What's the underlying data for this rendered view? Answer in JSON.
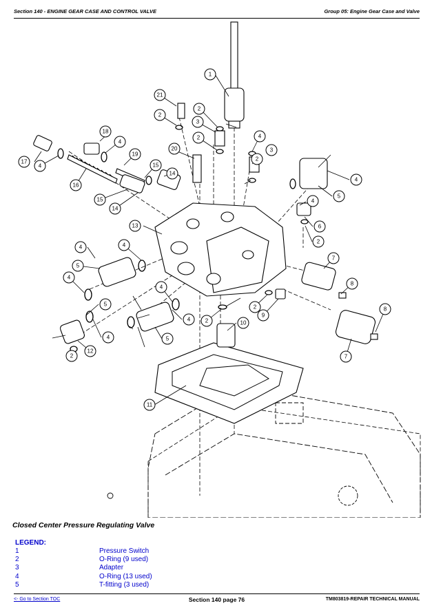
{
  "header": {
    "section": "Section 140 - ENGINE GEAR CASE AND CONTROL VALVE",
    "group": "Group 05: Engine Gear Case and Valve"
  },
  "diagram": {
    "callouts": [
      "1",
      "2",
      "2",
      "2",
      "2",
      "2",
      "2",
      "2",
      "2",
      "3",
      "3",
      "4",
      "4",
      "4",
      "4",
      "4",
      "4",
      "4",
      "4",
      "4",
      "4",
      "4",
      "5",
      "5",
      "5",
      "5",
      "6",
      "7",
      "7",
      "8",
      "8",
      "9",
      "10",
      "11",
      "12",
      "13",
      "14",
      "14",
      "15",
      "15",
      "16",
      "17",
      "18",
      "19",
      "20",
      "21"
    ]
  },
  "caption": "Closed Center Pressure Regulating Valve",
  "legend": {
    "title": "LEGEND:",
    "items": [
      {
        "num": "1",
        "desc": "Pressure Switch"
      },
      {
        "num": "2",
        "desc": "O-Ring (9 used)"
      },
      {
        "num": "3",
        "desc": "Adapter"
      },
      {
        "num": "4",
        "desc": "O-Ring (13 used)"
      },
      {
        "num": "5",
        "desc": "T-fitting (3 used)"
      }
    ]
  },
  "footer": {
    "toc_link": "<- Go to Section TOC",
    "page": "Section 140 page 76",
    "manual": "TM803819-REPAIR TECHNICAL MANUAL"
  }
}
